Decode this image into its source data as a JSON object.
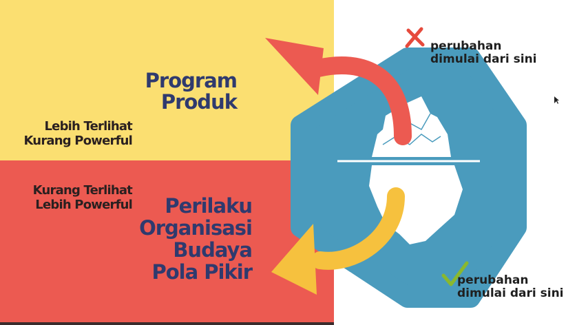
{
  "top_quadrant": {
    "label_lines": [
      "Lebih Terlihat",
      "Kurang Powerful"
    ],
    "title_lines": [
      "Program",
      "Produk"
    ]
  },
  "bottom_quadrant": {
    "label_lines": [
      "Kurang Terlihat",
      "Lebih Powerful"
    ],
    "title_lines": [
      "Perilaku",
      "Organisasi",
      "Budaya",
      "Pola Pikir"
    ]
  },
  "notes": {
    "top": {
      "icon": "cross-icon",
      "lines": [
        "perubahan",
        "dimulai dari sini"
      ]
    },
    "bottom": {
      "icon": "check-icon",
      "lines": [
        "perubahan",
        "dimulai dari sini"
      ]
    }
  },
  "colors": {
    "yellow": "#fbdf71",
    "red": "#ec5a51",
    "hexagon_blue": "#4a9bbd",
    "navy_text": "#2f3a6e",
    "arrow_red": "#ec5a51",
    "arrow_yellow": "#f6c13e"
  }
}
